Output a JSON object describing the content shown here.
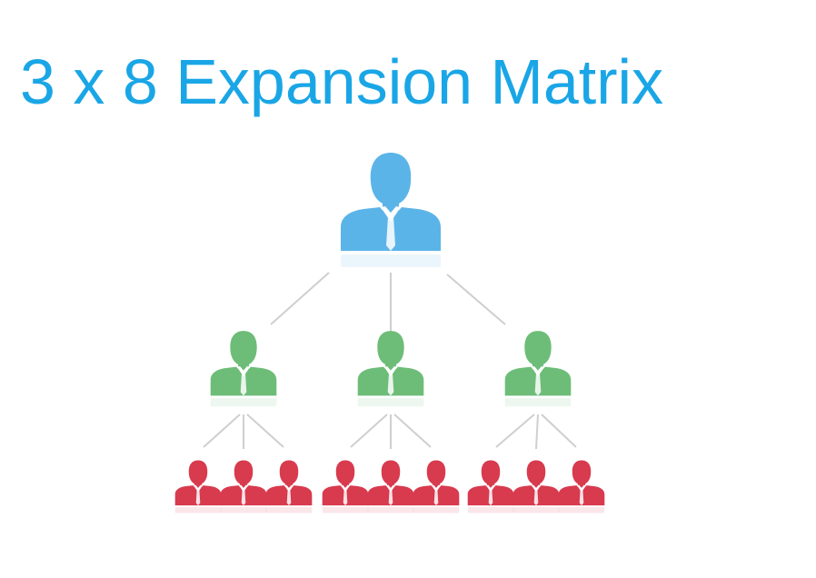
{
  "title": "3 x 8 Expansion Matrix",
  "colors": {
    "title": "#1aa6e6",
    "level_top": "#5bb4e8",
    "level_middle": "#6dbd78",
    "level_bottom": "#d83a4e",
    "connector": "#cfcfcf"
  },
  "icons": {
    "person": "businessman-icon"
  },
  "hierarchy": {
    "levels": [
      {
        "name": "top",
        "count": 1,
        "children_per_node": 3
      },
      {
        "name": "middle",
        "count": 3,
        "children_per_node": 3
      },
      {
        "name": "bottom",
        "count": 9,
        "children_per_node": 0
      }
    ]
  }
}
